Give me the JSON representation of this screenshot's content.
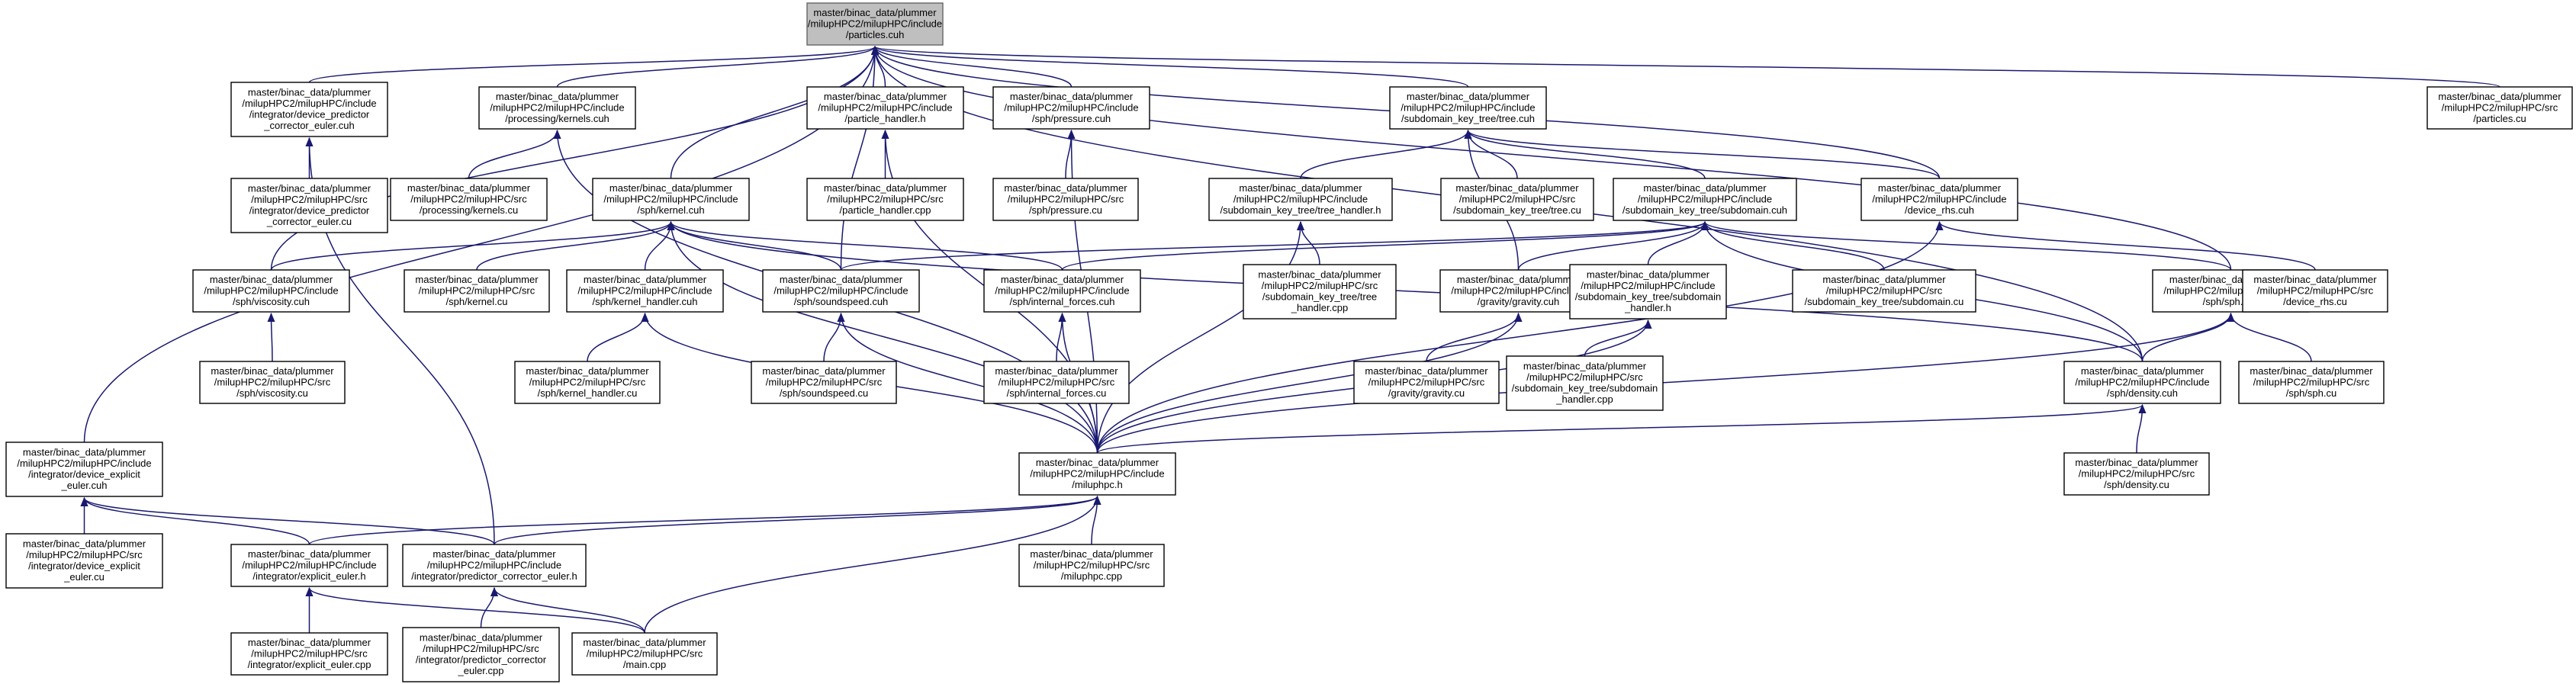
{
  "nodes": [
    {
      "id": "particles_cuh",
      "lines": [
        "master/binac_data/plummer",
        "/milupHPC2/milupHPC/include",
        "/particles.cuh"
      ],
      "root": true
    },
    {
      "id": "device_predictor_corrector_euler_cuh",
      "lines": [
        "master/binac_data/plummer",
        "/milupHPC2/milupHPC/include",
        "/integrator/device_predictor",
        "_corrector_euler.cuh"
      ]
    },
    {
      "id": "kernels_cuh",
      "lines": [
        "master/binac_data/plummer",
        "/milupHPC2/milupHPC/include",
        "/processing/kernels.cuh"
      ]
    },
    {
      "id": "particle_handler_h",
      "lines": [
        "master/binac_data/plummer",
        "/milupHPC2/milupHPC/include",
        "/particle_handler.h"
      ]
    },
    {
      "id": "pressure_cuh",
      "lines": [
        "master/binac_data/plummer",
        "/milupHPC2/milupHPC/include",
        "/sph/pressure.cuh"
      ]
    },
    {
      "id": "tree_cuh",
      "lines": [
        "master/binac_data/plummer",
        "/milupHPC2/milupHPC/include",
        "/subdomain_key_tree/tree.cuh"
      ]
    },
    {
      "id": "particles_cu",
      "lines": [
        "master/binac_data/plummer",
        "/milupHPC2/milupHPC/src",
        "/particles.cu"
      ]
    },
    {
      "id": "device_predictor_corrector_euler_cu",
      "lines": [
        "master/binac_data/plummer",
        "/milupHPC2/milupHPC/src",
        "/integrator/device_predictor",
        "_corrector_euler.cu"
      ]
    },
    {
      "id": "kernels_cu",
      "lines": [
        "master/binac_data/plummer",
        "/milupHPC2/milupHPC/src",
        "/processing/kernels.cu"
      ]
    },
    {
      "id": "kernel_cuh",
      "lines": [
        "master/binac_data/plummer",
        "/milupHPC2/milupHPC/include",
        "/sph/kernel.cuh"
      ]
    },
    {
      "id": "particle_handler_cpp",
      "lines": [
        "master/binac_data/plummer",
        "/milupHPC2/milupHPC/src",
        "/particle_handler.cpp"
      ]
    },
    {
      "id": "pressure_cu",
      "lines": [
        "master/binac_data/plummer",
        "/milupHPC2/milupHPC/src",
        "/sph/pressure.cu"
      ]
    },
    {
      "id": "tree_handler_h",
      "lines": [
        "master/binac_data/plummer",
        "/milupHPC2/milupHPC/include",
        "/subdomain_key_tree/tree_handler.h"
      ]
    },
    {
      "id": "tree_cu",
      "lines": [
        "master/binac_data/plummer",
        "/milupHPC2/milupHPC/src",
        "/subdomain_key_tree/tree.cu"
      ]
    },
    {
      "id": "subdomain_cuh",
      "lines": [
        "master/binac_data/plummer",
        "/milupHPC2/milupHPC/include",
        "/subdomain_key_tree/subdomain.cuh"
      ]
    },
    {
      "id": "device_rhs_cuh",
      "lines": [
        "master/binac_data/plummer",
        "/milupHPC2/milupHPC/include",
        "/device_rhs.cuh"
      ]
    },
    {
      "id": "viscosity_cuh",
      "lines": [
        "master/binac_data/plummer",
        "/milupHPC2/milupHPC/include",
        "/sph/viscosity.cuh"
      ]
    },
    {
      "id": "kernel_cu",
      "lines": [
        "master/binac_data/plummer",
        "/milupHPC2/milupHPC/src",
        "/sph/kernel.cu"
      ]
    },
    {
      "id": "kernel_handler_cuh",
      "lines": [
        "master/binac_data/plummer",
        "/milupHPC2/milupHPC/include",
        "/sph/kernel_handler.cuh"
      ]
    },
    {
      "id": "soundspeed_cuh",
      "lines": [
        "master/binac_data/plummer",
        "/milupHPC2/milupHPC/include",
        "/sph/soundspeed.cuh"
      ]
    },
    {
      "id": "internal_forces_cuh",
      "lines": [
        "master/binac_data/plummer",
        "/milupHPC2/milupHPC/include",
        "/sph/internal_forces.cuh"
      ]
    },
    {
      "id": "tree_handler_cpp",
      "lines": [
        "master/binac_data/plummer",
        "/milupHPC2/milupHPC/src",
        "/subdomain_key_tree/tree",
        "_handler.cpp"
      ]
    },
    {
      "id": "gravity_cuh",
      "lines": [
        "master/binac_data/plummer",
        "/milupHPC2/milupHPC/include",
        "/gravity/gravity.cuh"
      ]
    },
    {
      "id": "subdomain_handler_h",
      "lines": [
        "master/binac_data/plummer",
        "/milupHPC2/milupHPC/include",
        "/subdomain_key_tree/subdomain",
        "_handler.h"
      ]
    },
    {
      "id": "subdomain_cu",
      "lines": [
        "master/binac_data/plummer",
        "/milupHPC2/milupHPC/src",
        "/subdomain_key_tree/subdomain.cu"
      ]
    },
    {
      "id": "sph_cuh",
      "lines": [
        "master/binac_data/plummer",
        "/milupHPC2/milupHPC/include",
        "/sph/sph.cuh"
      ]
    },
    {
      "id": "device_rhs_cu",
      "lines": [
        "master/binac_data/plummer",
        "/milupHPC2/milupHPC/src",
        "/device_rhs.cu"
      ]
    },
    {
      "id": "viscosity_cu",
      "lines": [
        "master/binac_data/plummer",
        "/milupHPC2/milupHPC/src",
        "/sph/viscosity.cu"
      ]
    },
    {
      "id": "kernel_handler_cu",
      "lines": [
        "master/binac_data/plummer",
        "/milupHPC2/milupHPC/src",
        "/sph/kernel_handler.cu"
      ]
    },
    {
      "id": "soundspeed_cu",
      "lines": [
        "master/binac_data/plummer",
        "/milupHPC2/milupHPC/src",
        "/sph/soundspeed.cu"
      ]
    },
    {
      "id": "internal_forces_cu",
      "lines": [
        "master/binac_data/plummer",
        "/milupHPC2/milupHPC/src",
        "/sph/internal_forces.cu"
      ]
    },
    {
      "id": "gravity_cu",
      "lines": [
        "master/binac_data/plummer",
        "/milupHPC2/milupHPC/src",
        "/gravity/gravity.cu"
      ]
    },
    {
      "id": "subdomain_handler_cpp",
      "lines": [
        "master/binac_data/plummer",
        "/milupHPC2/milupHPC/src",
        "/subdomain_key_tree/subdomain",
        "_handler.cpp"
      ]
    },
    {
      "id": "density_cuh",
      "lines": [
        "master/binac_data/plummer",
        "/milupHPC2/milupHPC/include",
        "/sph/density.cuh"
      ]
    },
    {
      "id": "sph_cu",
      "lines": [
        "master/binac_data/plummer",
        "/milupHPC2/milupHPC/src",
        "/sph/sph.cu"
      ]
    },
    {
      "id": "device_explicit_euler_cuh",
      "lines": [
        "master/binac_data/plummer",
        "/milupHPC2/milupHPC/include",
        "/integrator/device_explicit",
        "_euler.cuh"
      ]
    },
    {
      "id": "miluphpc_h",
      "lines": [
        "master/binac_data/plummer",
        "/milupHPC2/milupHPC/include",
        "/miluphpc.h"
      ]
    },
    {
      "id": "density_cu",
      "lines": [
        "master/binac_data/plummer",
        "/milupHPC2/milupHPC/src",
        "/sph/density.cu"
      ]
    },
    {
      "id": "device_explicit_euler_cu",
      "lines": [
        "master/binac_data/plummer",
        "/milupHPC2/milupHPC/src",
        "/integrator/device_explicit",
        "_euler.cu"
      ]
    },
    {
      "id": "explicit_euler_h",
      "lines": [
        "master/binac_data/plummer",
        "/milupHPC2/milupHPC/include",
        "/integrator/explicit_euler.h"
      ]
    },
    {
      "id": "predictor_corrector_euler_h",
      "lines": [
        "master/binac_data/plummer",
        "/milupHPC2/milupHPC/include",
        "/integrator/predictor_corrector_euler.h"
      ]
    },
    {
      "id": "miluphpc_cpp",
      "lines": [
        "master/binac_data/plummer",
        "/milupHPC2/milupHPC/src",
        "/miluphpc.cpp"
      ]
    },
    {
      "id": "explicit_euler_cpp",
      "lines": [
        "master/binac_data/plummer",
        "/milupHPC2/milupHPC/src",
        "/integrator/explicit_euler.cpp"
      ]
    },
    {
      "id": "predictor_corrector_euler_cpp",
      "lines": [
        "master/binac_data/plummer",
        "/milupHPC2/milupHPC/src",
        "/integrator/predictor_corrector",
        "_euler.cpp"
      ]
    },
    {
      "id": "main_cpp",
      "lines": [
        "master/binac_data/plummer",
        "/milupHPC2/milupHPC/src",
        "/main.cpp"
      ]
    }
  ],
  "edges": [
    [
      "device_predictor_corrector_euler_cuh",
      "particles_cuh"
    ],
    [
      "kernels_cuh",
      "particles_cuh"
    ],
    [
      "particle_handler_h",
      "particles_cuh"
    ],
    [
      "pressure_cuh",
      "particles_cuh"
    ],
    [
      "tree_cuh",
      "particles_cuh"
    ],
    [
      "particles_cu",
      "particles_cuh"
    ],
    [
      "viscosity_cuh",
      "particles_cuh"
    ],
    [
      "kernel_cuh",
      "particles_cuh"
    ],
    [
      "soundspeed_cuh",
      "particles_cuh"
    ],
    [
      "device_rhs_cuh",
      "particles_cuh"
    ],
    [
      "sph_cuh",
      "particles_cuh"
    ],
    [
      "density_cuh",
      "particles_cuh"
    ],
    [
      "device_explicit_euler_cuh",
      "particles_cuh"
    ],
    [
      "device_predictor_corrector_euler_cu",
      "device_predictor_corrector_euler_cuh"
    ],
    [
      "predictor_corrector_euler_h",
      "device_predictor_corrector_euler_cuh"
    ],
    [
      "kernels_cu",
      "kernels_cuh"
    ],
    [
      "miluphpc_h",
      "kernels_cuh"
    ],
    [
      "particle_handler_cpp",
      "particle_handler_h"
    ],
    [
      "miluphpc_h",
      "particle_handler_h"
    ],
    [
      "pressure_cu",
      "pressure_cuh"
    ],
    [
      "miluphpc_h",
      "pressure_cuh"
    ],
    [
      "tree_handler_h",
      "tree_cuh"
    ],
    [
      "tree_cu",
      "tree_cuh"
    ],
    [
      "subdomain_cuh",
      "tree_cuh"
    ],
    [
      "device_rhs_cuh",
      "tree_cuh"
    ],
    [
      "gravity_cuh",
      "tree_cuh"
    ],
    [
      "viscosity_cuh",
      "kernel_cuh"
    ],
    [
      "kernel_cu",
      "kernel_cuh"
    ],
    [
      "kernel_handler_cuh",
      "kernel_cuh"
    ],
    [
      "soundspeed_cuh",
      "kernel_cuh"
    ],
    [
      "internal_forces_cuh",
      "kernel_cuh"
    ],
    [
      "density_cuh",
      "kernel_cuh"
    ],
    [
      "miluphpc_h",
      "kernel_cuh"
    ],
    [
      "tree_handler_cpp",
      "tree_handler_h"
    ],
    [
      "miluphpc_h",
      "tree_handler_h"
    ],
    [
      "soundspeed_cuh",
      "subdomain_cuh"
    ],
    [
      "internal_forces_cuh",
      "subdomain_cuh"
    ],
    [
      "gravity_cuh",
      "subdomain_cuh"
    ],
    [
      "subdomain_handler_h",
      "subdomain_cuh"
    ],
    [
      "subdomain_cu",
      "subdomain_cuh"
    ],
    [
      "sph_cuh",
      "subdomain_cuh"
    ],
    [
      "density_cuh",
      "subdomain_cuh"
    ],
    [
      "device_rhs_cu",
      "device_rhs_cuh"
    ],
    [
      "miluphpc_h",
      "device_rhs_cuh"
    ],
    [
      "viscosity_cu",
      "viscosity_cuh"
    ],
    [
      "kernel_handler_cu",
      "kernel_handler_cuh"
    ],
    [
      "miluphpc_h",
      "kernel_handler_cuh"
    ],
    [
      "soundspeed_cu",
      "soundspeed_cuh"
    ],
    [
      "miluphpc_h",
      "soundspeed_cuh"
    ],
    [
      "internal_forces_cu",
      "internal_forces_cuh"
    ],
    [
      "miluphpc_h",
      "internal_forces_cuh"
    ],
    [
      "gravity_cu",
      "gravity_cuh"
    ],
    [
      "miluphpc_h",
      "gravity_cuh"
    ],
    [
      "subdomain_handler_cpp",
      "subdomain_handler_h"
    ],
    [
      "miluphpc_h",
      "subdomain_handler_h"
    ],
    [
      "density_cuh",
      "sph_cuh"
    ],
    [
      "sph_cu",
      "sph_cuh"
    ],
    [
      "miluphpc_h",
      "sph_cuh"
    ],
    [
      "density_cu",
      "density_cuh"
    ],
    [
      "miluphpc_h",
      "density_cuh"
    ],
    [
      "device_explicit_euler_cu",
      "device_explicit_euler_cuh"
    ],
    [
      "explicit_euler_h",
      "device_explicit_euler_cuh"
    ],
    [
      "predictor_corrector_euler_h",
      "device_explicit_euler_cuh"
    ],
    [
      "explicit_euler_h",
      "miluphpc_h"
    ],
    [
      "predictor_corrector_euler_h",
      "miluphpc_h"
    ],
    [
      "miluphpc_cpp",
      "miluphpc_h"
    ],
    [
      "main_cpp",
      "miluphpc_h"
    ],
    [
      "explicit_euler_cpp",
      "explicit_euler_h"
    ],
    [
      "main_cpp",
      "explicit_euler_h"
    ],
    [
      "predictor_corrector_euler_cpp",
      "predictor_corrector_euler_h"
    ],
    [
      "main_cpp",
      "predictor_corrector_euler_h"
    ]
  ]
}
